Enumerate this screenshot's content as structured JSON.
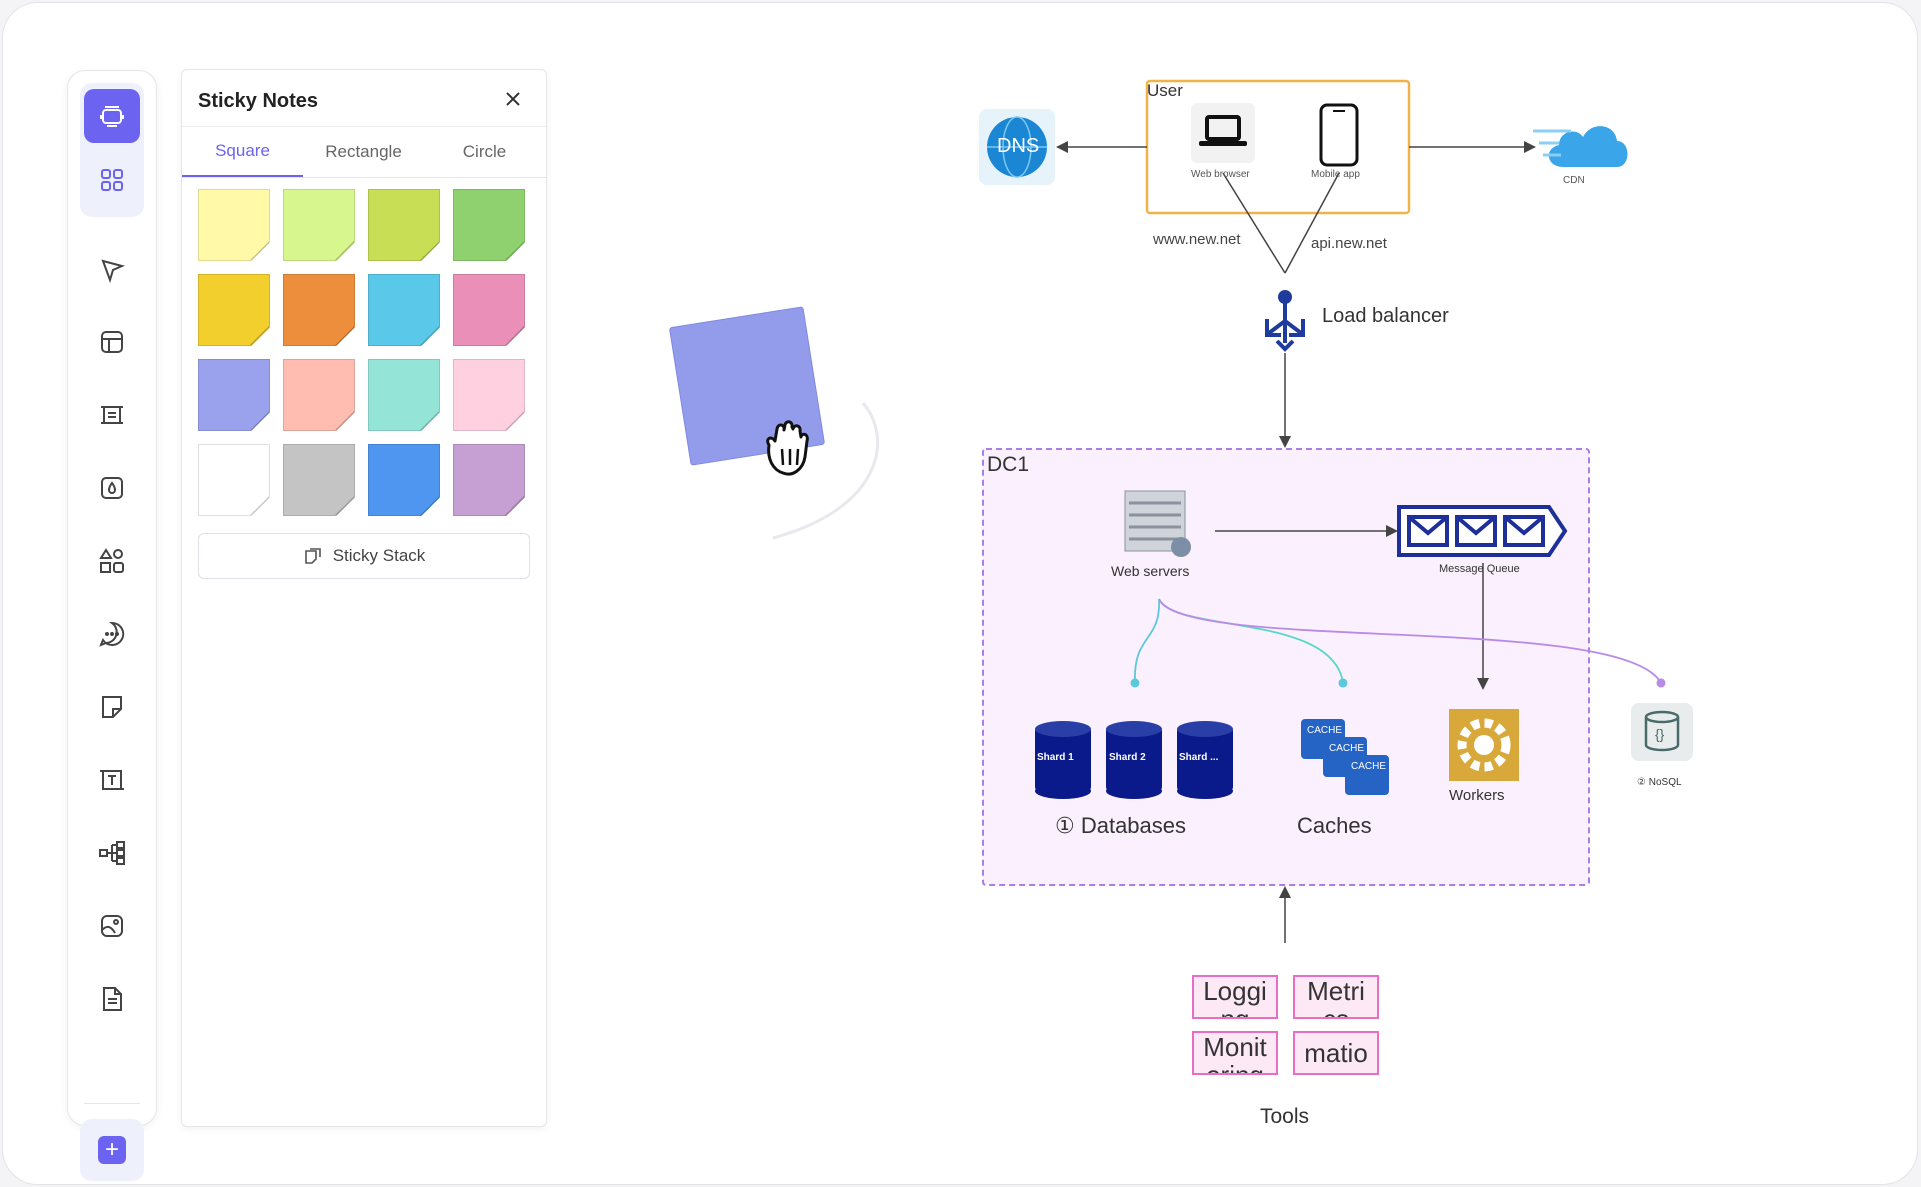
{
  "toolbar": {
    "items": [
      {
        "name": "ai-assistant",
        "icon": "robot-icon"
      },
      {
        "name": "templates",
        "icon": "grid-icon"
      },
      {
        "name": "select",
        "icon": "pointer-icon"
      },
      {
        "name": "layout",
        "icon": "layout-icon"
      },
      {
        "name": "frame",
        "icon": "frame-icon"
      },
      {
        "name": "fill",
        "icon": "droplet-icon"
      },
      {
        "name": "shapes",
        "icon": "shapes-icon"
      },
      {
        "name": "comment",
        "icon": "comment-icon"
      },
      {
        "name": "sticky-note",
        "icon": "sticky-note-icon"
      },
      {
        "name": "text",
        "icon": "text-icon"
      },
      {
        "name": "mindmap",
        "icon": "mindmap-icon"
      },
      {
        "name": "image",
        "icon": "image-icon"
      },
      {
        "name": "document",
        "icon": "document-icon"
      }
    ],
    "add_icon": "plus-icon",
    "accent": "#6c63f0"
  },
  "sticky_panel": {
    "title": "Sticky Notes",
    "tabs": [
      "Square",
      "Rectangle",
      "Circle"
    ],
    "active_tab": "Square",
    "colors": [
      "#fff9a8",
      "#d7f68e",
      "#c7de55",
      "#8fd16f",
      "#f3cf2e",
      "#ec8e3c",
      "#5ac8e8",
      "#ea8fb7",
      "#9aa2ed",
      "#ffbcb0",
      "#94e4d8",
      "#ffd0e0",
      "#ffffff",
      "#c4c4c4",
      "#4e96f0",
      "#c7a0d3"
    ],
    "stack_button": "Sticky Stack"
  },
  "dragged_note": {
    "color": "#939cea"
  },
  "diagram": {
    "user_label": "User",
    "web_browser": "Web browser",
    "mobile_app": "Mobile app",
    "dns": "DNS",
    "cdn": "CDN",
    "www": "www.new.net",
    "api": "api.new.net",
    "load_balancer": "Load balancer",
    "dc1": "DC1",
    "web_servers": "Web servers",
    "message_queue": "Message Queue",
    "shards": [
      "Shard 1",
      "Shard 2",
      "Shard ..."
    ],
    "databases": "① Databases",
    "caches": "Caches",
    "cache_labels": [
      "CACHE",
      "CACHE",
      "CACHE"
    ],
    "workers": "Workers",
    "nosql": "② NoSQL",
    "tools": [
      "Loggi\nng",
      "Metri\ncs",
      "Monit\noring",
      "matio"
    ],
    "tools_label": "Tools"
  }
}
